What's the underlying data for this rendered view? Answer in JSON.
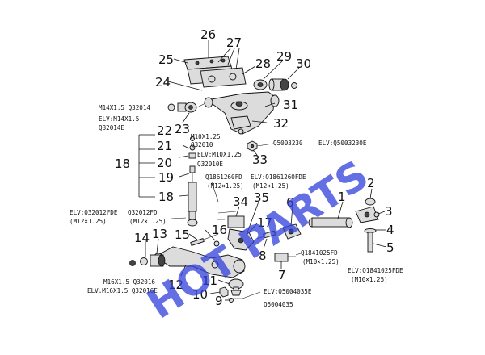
{
  "watermark": {
    "text": "HOT PARTS",
    "color": "#2f3fd9"
  },
  "callouts": {
    "c1": "1",
    "c2": "2",
    "c3": "3",
    "c4": "4",
    "c5": "5",
    "c6": "6",
    "c7": "7",
    "c8": "8",
    "c9": "9",
    "c10": "10",
    "c11": "11",
    "c12": "12",
    "c13": "13",
    "c14": "14",
    "c15": "15",
    "c16": "16",
    "c17": "17",
    "c18a": "18",
    "c18b": "18",
    "c19": "19",
    "c20": "20",
    "c21": "21",
    "c22": "22",
    "c23": "23",
    "c24": "24",
    "c25": "25",
    "c26": "26",
    "c27": "27",
    "c28": "28",
    "c29": "29",
    "c30": "30",
    "c31": "31",
    "c32": "32",
    "c33": "33",
    "c34": "34",
    "c35": "35"
  },
  "specs": {
    "s_m14": "M14X1.5 Q32014",
    "s_elv_m14": "ELV:M14X1.5",
    "s_q32014e": "Q32014E",
    "s_m10": "M10X1.25",
    "s_q32010": "Q32010",
    "s_elv_m10": "ELV:M10X1.25",
    "s_q32010e": "Q32010E",
    "s_q5003230": "Q5003230",
    "s_elv_q5003230e": "ELV:Q5003230E",
    "s_q1861260fd": "Q1861260FD",
    "s_m12a": "(M12×1.25)",
    "s_elv_q1861260fde": "ELV:Q1861260FDE",
    "s_m12b": "(M12×1.25)",
    "s_elv_q32012fde": "ELV:Q32012FDE",
    "s_m12c": "(M12×1.25)",
    "s_q32012fd": "Q32012FD",
    "s_m12d": "(M12×1.25)",
    "s_q1841025fd": "Q1841025FD",
    "s_m10a": "(M10×1.25)",
    "s_elv_q1841025fde": "ELV:Q1841025FDE",
    "s_m10b": "(M10×1.25)",
    "s_m16": "M16X1.5 Q32016",
    "s_elv_m16": "ELV:M16X1.5 Q32016E",
    "s_elv_q5004035e": "ELV:Q5004035E",
    "s_q5004035": "Q5004035"
  }
}
